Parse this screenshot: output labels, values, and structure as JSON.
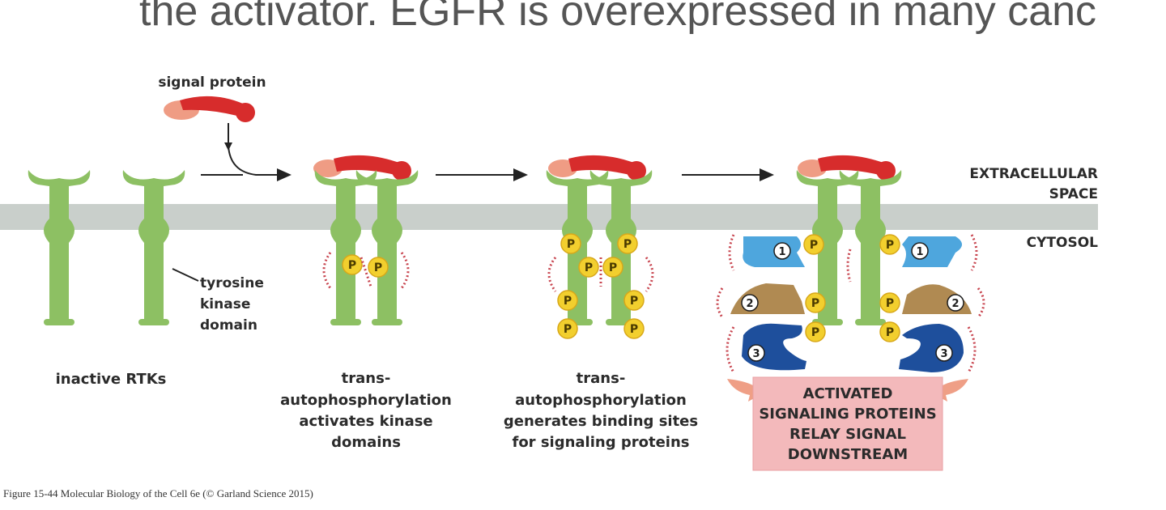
{
  "slide": {
    "title": "the activator. EGFR is  overexpressed in many canc"
  },
  "labels": {
    "signal_protein": "signal protein",
    "extracellular": [
      "EXTRACELLULAR",
      "SPACE"
    ],
    "cytosol": "CYTOSOL",
    "tyrosine_kinase": [
      "tyrosine",
      "kinase",
      "domain"
    ]
  },
  "captions": {
    "stage1": [
      "inactive RTKs"
    ],
    "stage2": [
      "trans-",
      "autophosphorylation",
      "activates kinase",
      "domains"
    ],
    "stage3": [
      "trans-",
      "autophosphorylation",
      "generates binding sites",
      "for signaling proteins"
    ],
    "stage4_box": [
      "ACTIVATED",
      "SIGNALING PROTEINS",
      "RELAY SIGNAL",
      "DOWNSTREAM"
    ]
  },
  "phosphate_label": "P",
  "signaling_protein_numbers": [
    "1",
    "2",
    "3",
    "1",
    "2",
    "3"
  ],
  "figure_credit": "Figure 15-44  Molecular Biology of the Cell 6e (© Garland Science 2015)",
  "colors": {
    "receptor": "#8dc063",
    "membrane": "#c9cfcb",
    "signal_dark": "#d72c2c",
    "signal_light": "#ef9c84",
    "phosphate": "#f2cf2e",
    "protein1": "#4ea6dd",
    "protein2": "#b08a52",
    "protein3": "#1e4f9c",
    "output_box": "#f3b9bb",
    "output_arrow": "#ef9f86",
    "ticks": "#c8454f"
  }
}
